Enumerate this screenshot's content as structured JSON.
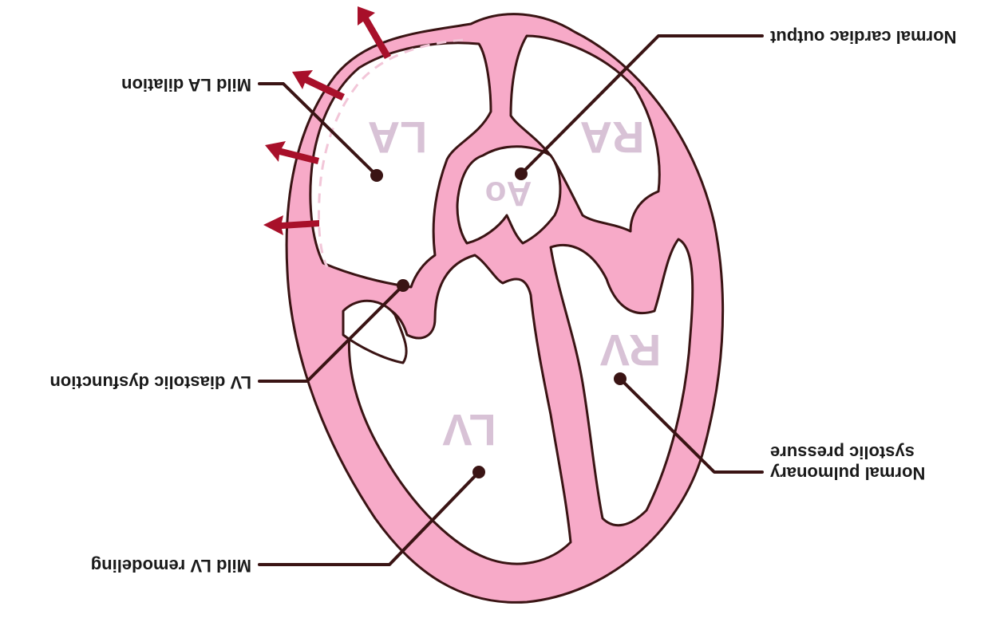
{
  "chambers": {
    "la": "LA",
    "ra": "RA",
    "ao": "Ao",
    "lv": "LV",
    "rv": "RV"
  },
  "callouts": {
    "normal_cardiac_output": "Normal cardiac output",
    "mild_la_dilation": "Mild LA dilation",
    "lv_diastolic_dysfunction": "LV diastolic dysfunction",
    "normal_pulmonary_line1": "Normal pulmonary",
    "normal_pulmonary_line2": "systolic pressure",
    "mild_lv_remodeling": "Mild LV remodeling"
  },
  "colors": {
    "myocardium": "#f7aac8",
    "outline": "#3a1414",
    "chamber_label": "#d8c2d6",
    "arrow": "#a8102a",
    "background": "#ffffff"
  },
  "orientation": "rotated-180"
}
